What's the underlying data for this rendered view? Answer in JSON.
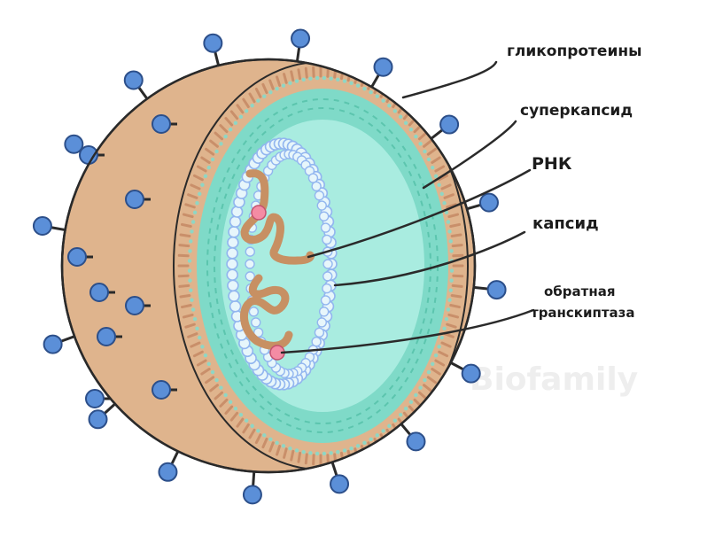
{
  "labels": {
    "glycoproteins": "гликопротеины",
    "supercapsid": "суперкапсид",
    "rna": "РНК",
    "capsid": "капсид",
    "reverse_transcriptase_line1": "обратная",
    "reverse_transcriptase_line2": "транскиптаза"
  },
  "watermark": "Biofamily",
  "colors": {
    "envelope": "#dfb48d",
    "envelope_dark": "#c98f6a",
    "spike": "#5b8fd8",
    "interior": "#a9ece0",
    "capsid_ring": "#7fdac8",
    "capsid_circles": "#92b6ef",
    "rna": "#c79063",
    "enzyme": "#f48ca4",
    "outline": "#2a2a2a"
  }
}
